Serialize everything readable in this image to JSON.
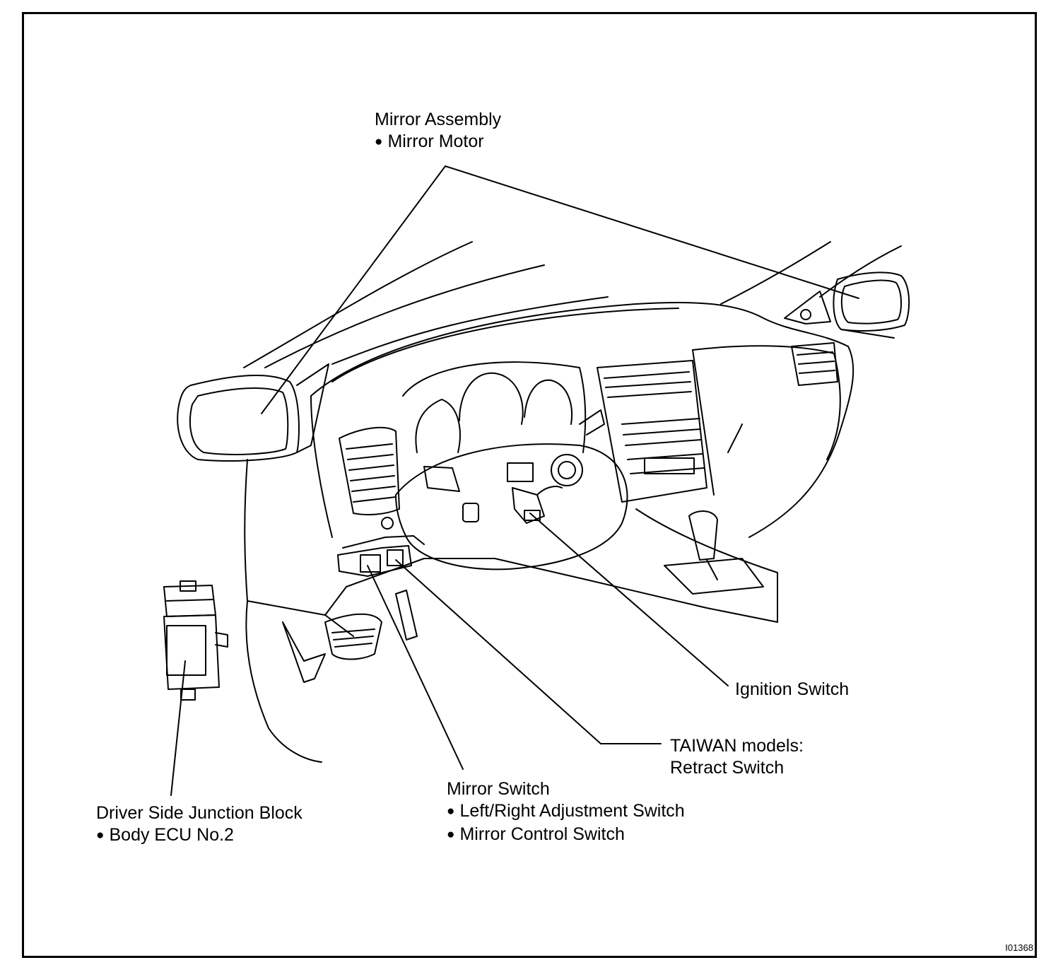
{
  "labels": {
    "mirror_assembly": {
      "title": "Mirror Assembly",
      "items": [
        "Mirror Motor"
      ]
    },
    "ignition_switch": {
      "title": "Ignition Switch"
    },
    "retract_switch": {
      "line1": "TAIWAN models:",
      "line2": "Retract Switch"
    },
    "mirror_switch": {
      "title": "Mirror Switch",
      "items": [
        "Left/Right Adjustment Switch",
        "Mirror Control Switch"
      ]
    },
    "junction_block": {
      "title": "Driver Side Junction Block",
      "items": [
        "Body ECU No.2"
      ]
    }
  },
  "figure_code": "I01368"
}
